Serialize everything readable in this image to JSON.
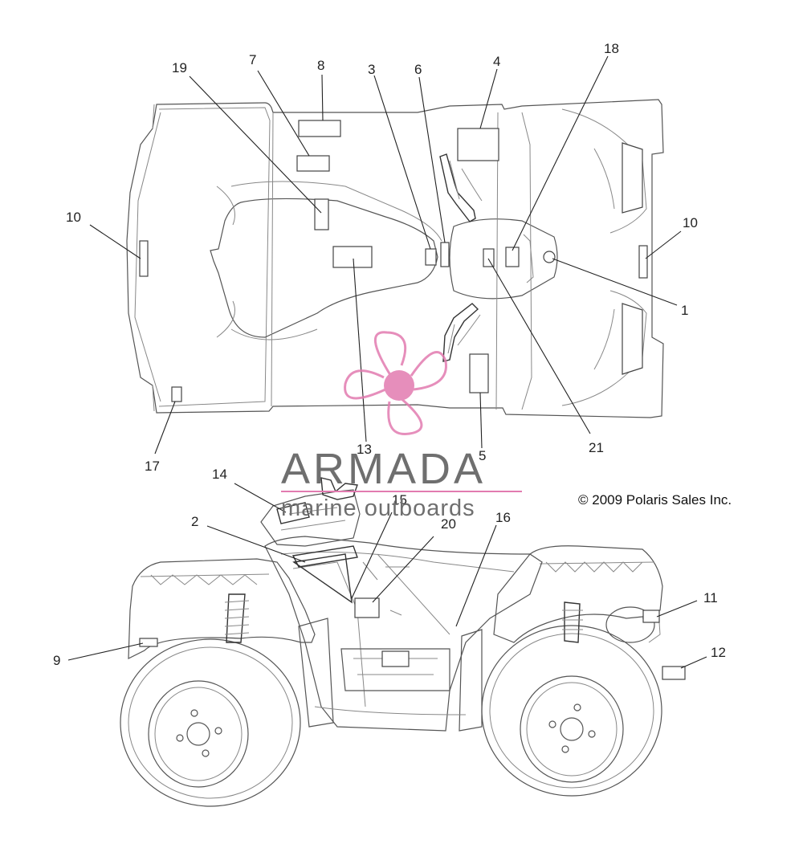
{
  "diagram": {
    "callouts": {
      "c1": "1",
      "c2": "2",
      "c3": "3",
      "c4": "4",
      "c5": "5",
      "c6": "6",
      "c7": "7",
      "c8": "8",
      "c9": "9",
      "c10a": "10",
      "c10b": "10",
      "c11": "11",
      "c12": "12",
      "c13": "13",
      "c14": "14",
      "c15": "15",
      "c16": "16",
      "c17": "17",
      "c18": "18",
      "c19": "19",
      "c20": "20",
      "c21": "21"
    },
    "copyright": "© 2009 Polaris Sales Inc."
  },
  "watermark": {
    "title": "ARMADA",
    "subtitle": "marine outboards",
    "color": "#e27bb0"
  },
  "colors": {
    "line": "#555555",
    "text": "#222222",
    "background": "#ffffff"
  }
}
